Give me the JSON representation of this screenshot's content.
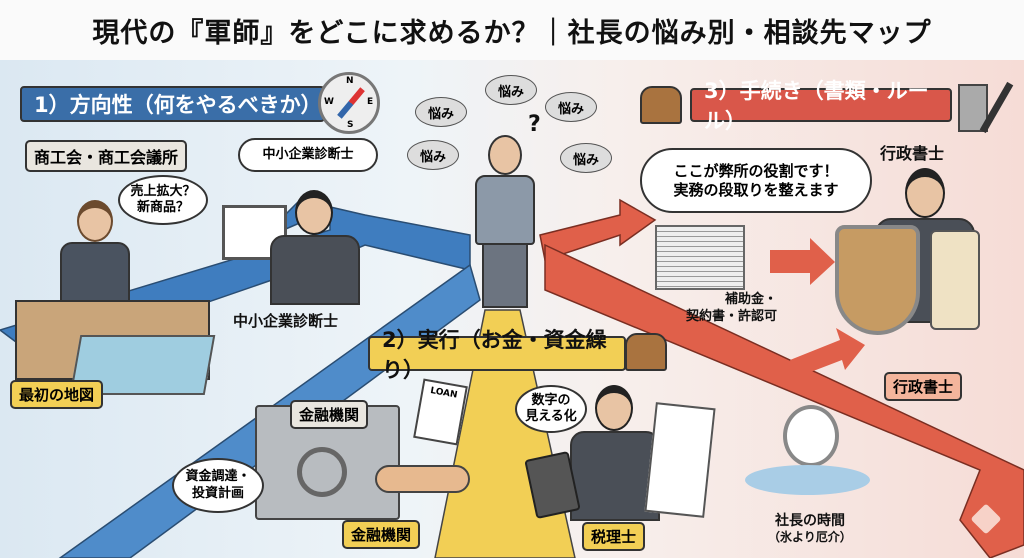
{
  "title": "現代の『軍師』をどこに求めるか？｜社長の悩み別・相談先マップ",
  "colors": {
    "blue": "#3f7dbf",
    "yellow": "#f2cf55",
    "red": "#e0604a"
  },
  "center": {
    "worries": [
      "悩み",
      "悩み",
      "悩み",
      "悩み",
      "悩み"
    ],
    "question": "?"
  },
  "section1": {
    "label": "1）方向性（何をやるべきか）",
    "compass": {
      "n": "N",
      "s": "S",
      "e": "E",
      "w": "W"
    },
    "sign": "商工会・商工会議所",
    "bubble_staff": "売上拡大？\n新商品？",
    "bubble_consultant": "中小企業診断士",
    "consultant_label": "中小企業診断士",
    "map_tag": "最初の地図"
  },
  "section2": {
    "label": "2）実行（お金・資金繰り）",
    "safe_sign": "金融機関",
    "loan_doc": "LOAN",
    "bubble_finance": "資金調達・\n投資計画",
    "bank_tag": "金融機関",
    "bubble_tax": "数字の\n見える化",
    "tax_tag": "税理士"
  },
  "section3": {
    "label": "3）手続き（書類・ルール）",
    "person_label": "行政書士",
    "speech": "ここが弊所の役割です！\n実務の段取りを整えます",
    "docs_label": "補助金・\n契約書・許認可",
    "tag": "行政書士",
    "clock_label": "社長の時間",
    "clock_sub": "（氷より厄介）"
  }
}
